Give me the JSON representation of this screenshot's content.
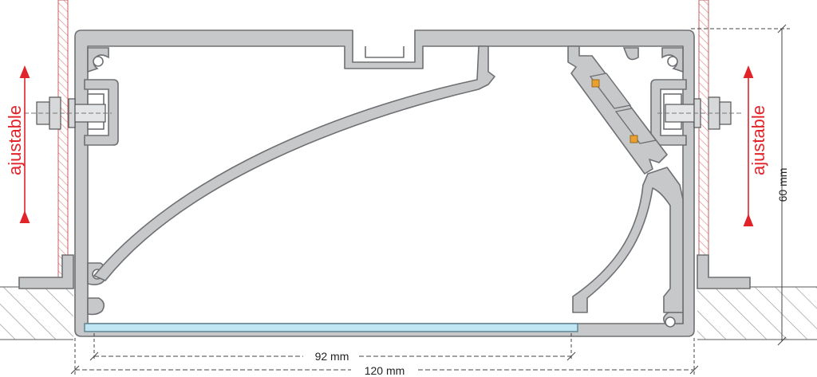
{
  "labels": {
    "left_adjust": "ajustable",
    "right_adjust": "ajustable",
    "height_dim": "60 mm",
    "inner_width_dim": "92 mm",
    "outer_width_dim": "120 mm"
  },
  "colors": {
    "profile_fill": "#c6c8ca",
    "profile_stroke": "#6e7073",
    "diffuser": "#bfe6f2",
    "led_chip": "#e8a030",
    "annotation_red": "#e0242a",
    "dimension_line": "#333333",
    "hatch": "#9a9a9a"
  }
}
